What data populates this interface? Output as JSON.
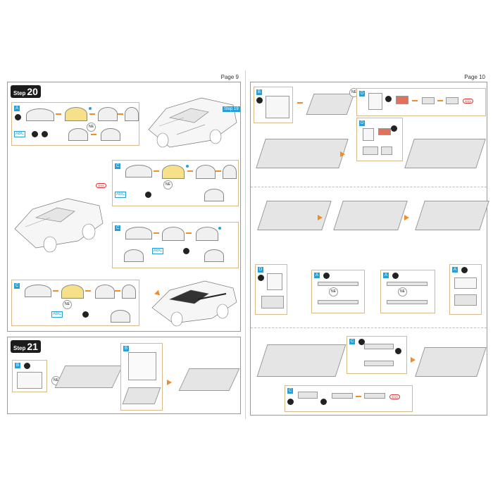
{
  "left_page": {
    "page_number": "Page 9",
    "step20": {
      "word": "Step",
      "number": "20"
    },
    "step21": {
      "word": "Step",
      "number": "21"
    },
    "car_step_badge": "Step 19"
  },
  "right_page": {
    "page_number": "Page 10"
  },
  "labels": {
    "ne": "NE",
    "part_a": "A",
    "part_b": "B",
    "part_c": "C",
    "part_d": "D",
    "tag_abc": "ABC",
    "reference_5mm": "5mm"
  },
  "colors": {
    "accent_orange": "#f28c28",
    "accent_blue": "#2a9fd6",
    "badge_dark": "#1c1c1c",
    "panel_border": "#d8b98a"
  }
}
